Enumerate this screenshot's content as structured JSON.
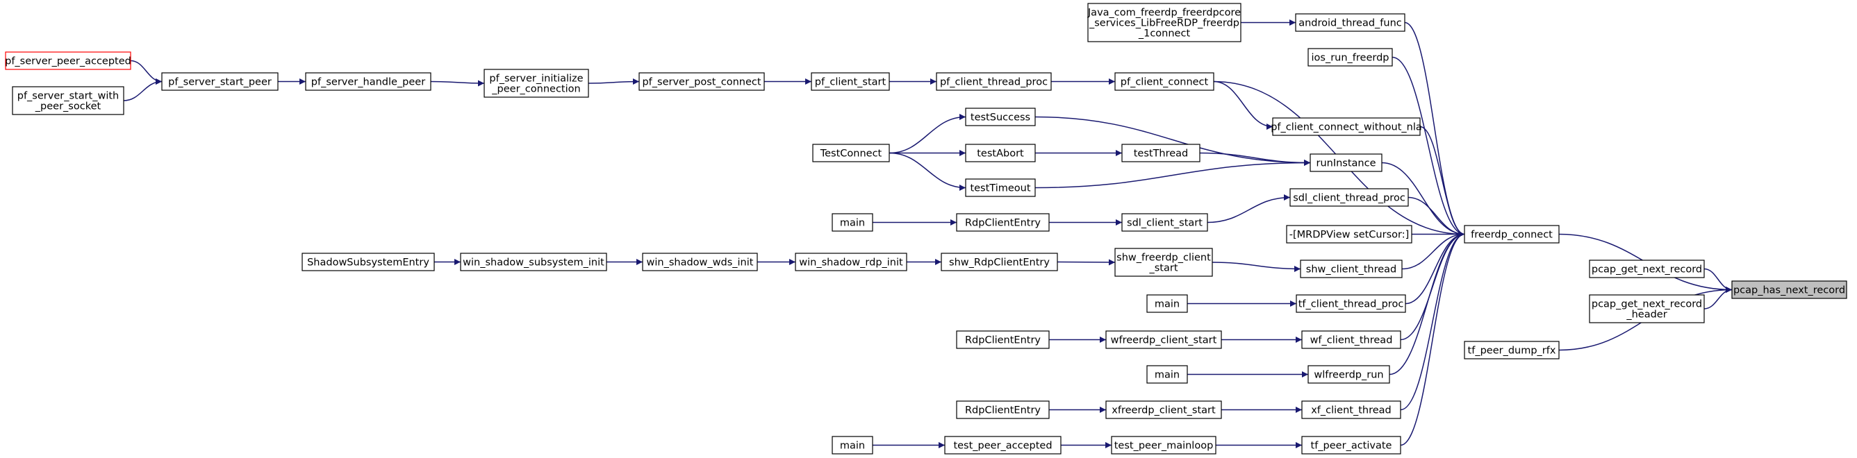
{
  "nodes": [
    {
      "id": "pcap_has_next_record",
      "lines": [
        "pcap_has_next_record"
      ],
      "highlight": true
    },
    {
      "id": "freerdp_connect",
      "lines": [
        "freerdp_connect"
      ]
    },
    {
      "id": "pcap_get_next_record",
      "lines": [
        "pcap_get_next_record"
      ]
    },
    {
      "id": "pcap_get_next_record_header",
      "lines": [
        "pcap_get_next_record",
        "_header"
      ]
    },
    {
      "id": "tf_peer_dump_rfx",
      "lines": [
        "tf_peer_dump_rfx"
      ]
    },
    {
      "id": "android_thread_func",
      "lines": [
        "android_thread_func"
      ]
    },
    {
      "id": "java_connect",
      "lines": [
        "Java_com_freerdp_freerdpcore",
        "_services_LibFreeRDP_freerdp",
        "_1connect"
      ]
    },
    {
      "id": "ios_run_freerdp",
      "lines": [
        "ios_run_freerdp"
      ]
    },
    {
      "id": "pf_client_connect",
      "lines": [
        "pf_client_connect"
      ]
    },
    {
      "id": "pf_client_thread_proc",
      "lines": [
        "pf_client_thread_proc"
      ]
    },
    {
      "id": "pf_client_start",
      "lines": [
        "pf_client_start"
      ]
    },
    {
      "id": "pf_server_post_connect",
      "lines": [
        "pf_server_post_connect"
      ]
    },
    {
      "id": "pf_server_initialize_peer_connection",
      "lines": [
        "pf_server_initialize",
        "_peer_connection"
      ]
    },
    {
      "id": "pf_server_handle_peer",
      "lines": [
        "pf_server_handle_peer"
      ]
    },
    {
      "id": "pf_server_start_peer",
      "lines": [
        "pf_server_start_peer"
      ]
    },
    {
      "id": "pf_server_peer_accepted",
      "lines": [
        "pf_server_peer_accepted"
      ],
      "red": true
    },
    {
      "id": "pf_server_start_with_peer_socket",
      "lines": [
        "pf_server_start_with",
        "_peer_socket"
      ]
    },
    {
      "id": "pf_client_connect_without_nla",
      "lines": [
        "pf_client_connect_without_nla"
      ]
    },
    {
      "id": "runInstance",
      "lines": [
        "runInstance"
      ]
    },
    {
      "id": "testSuccess",
      "lines": [
        "testSuccess"
      ]
    },
    {
      "id": "testThread",
      "lines": [
        "testThread"
      ]
    },
    {
      "id": "testAbort",
      "lines": [
        "testAbort"
      ]
    },
    {
      "id": "testTimeout",
      "lines": [
        "testTimeout"
      ]
    },
    {
      "id": "TestConnect",
      "lines": [
        "TestConnect"
      ]
    },
    {
      "id": "sdl_client_thread_proc",
      "lines": [
        "sdl_client_thread_proc"
      ]
    },
    {
      "id": "sdl_client_start",
      "lines": [
        "sdl_client_start"
      ]
    },
    {
      "id": "RdpClientEntry_1",
      "lines": [
        "RdpClientEntry"
      ]
    },
    {
      "id": "main_1",
      "lines": [
        "main"
      ]
    },
    {
      "id": "mrdpview_setcursor",
      "lines": [
        "-[MRDPView setCursor:]"
      ]
    },
    {
      "id": "shw_client_thread",
      "lines": [
        "shw_client_thread"
      ]
    },
    {
      "id": "shw_freerdp_client_start",
      "lines": [
        "shw_freerdp_client",
        "_start"
      ]
    },
    {
      "id": "shw_RdpClientEntry",
      "lines": [
        "shw_RdpClientEntry"
      ]
    },
    {
      "id": "win_shadow_rdp_init",
      "lines": [
        "win_shadow_rdp_init"
      ]
    },
    {
      "id": "win_shadow_wds_init",
      "lines": [
        "win_shadow_wds_init"
      ]
    },
    {
      "id": "win_shadow_subsystem_init",
      "lines": [
        "win_shadow_subsystem_init"
      ]
    },
    {
      "id": "ShadowSubsystemEntry",
      "lines": [
        "ShadowSubsystemEntry"
      ]
    },
    {
      "id": "tf_client_thread_proc",
      "lines": [
        "tf_client_thread_proc"
      ]
    },
    {
      "id": "main_2",
      "lines": [
        "main"
      ]
    },
    {
      "id": "wf_client_thread",
      "lines": [
        "wf_client_thread"
      ]
    },
    {
      "id": "wfreerdp_client_start",
      "lines": [
        "wfreerdp_client_start"
      ]
    },
    {
      "id": "RdpClientEntry_2",
      "lines": [
        "RdpClientEntry"
      ]
    },
    {
      "id": "wlfreerdp_run",
      "lines": [
        "wlfreerdp_run"
      ]
    },
    {
      "id": "main_3",
      "lines": [
        "main"
      ]
    },
    {
      "id": "xf_client_thread",
      "lines": [
        "xf_client_thread"
      ]
    },
    {
      "id": "xfreerdp_client_start",
      "lines": [
        "xfreerdp_client_start"
      ]
    },
    {
      "id": "RdpClientEntry_3",
      "lines": [
        "RdpClientEntry"
      ]
    },
    {
      "id": "tf_peer_activate",
      "lines": [
        "tf_peer_activate"
      ]
    },
    {
      "id": "test_peer_mainloop",
      "lines": [
        "test_peer_mainloop"
      ]
    },
    {
      "id": "test_peer_accepted",
      "lines": [
        "test_peer_accepted"
      ]
    },
    {
      "id": "main_4",
      "lines": [
        "main"
      ]
    }
  ],
  "edges": [
    [
      "freerdp_connect",
      "pcap_has_next_record"
    ],
    [
      "pcap_get_next_record",
      "pcap_has_next_record"
    ],
    [
      "pcap_get_next_record_header",
      "pcap_has_next_record"
    ],
    [
      "tf_peer_dump_rfx",
      "pcap_has_next_record"
    ],
    [
      "android_thread_func",
      "freerdp_connect"
    ],
    [
      "java_connect",
      "android_thread_func"
    ],
    [
      "ios_run_freerdp",
      "freerdp_connect"
    ],
    [
      "pf_client_connect",
      "freerdp_connect"
    ],
    [
      "pf_client_thread_proc",
      "pf_client_connect"
    ],
    [
      "pf_client_start",
      "pf_client_thread_proc"
    ],
    [
      "pf_server_post_connect",
      "pf_client_start"
    ],
    [
      "pf_server_initialize_peer_connection",
      "pf_server_post_connect"
    ],
    [
      "pf_server_handle_peer",
      "pf_server_initialize_peer_connection"
    ],
    [
      "pf_server_start_peer",
      "pf_server_handle_peer"
    ],
    [
      "pf_server_peer_accepted",
      "pf_server_start_peer"
    ],
    [
      "pf_server_start_with_peer_socket",
      "pf_server_start_peer"
    ],
    [
      "pf_client_connect_without_nla",
      "freerdp_connect"
    ],
    [
      "pf_client_connect",
      "pf_client_connect_without_nla"
    ],
    [
      "runInstance",
      "freerdp_connect"
    ],
    [
      "testSuccess",
      "runInstance"
    ],
    [
      "testThread",
      "runInstance"
    ],
    [
      "testTimeout",
      "runInstance"
    ],
    [
      "testAbort",
      "testThread"
    ],
    [
      "TestConnect",
      "testSuccess"
    ],
    [
      "TestConnect",
      "testAbort"
    ],
    [
      "TestConnect",
      "testTimeout"
    ],
    [
      "sdl_client_thread_proc",
      "freerdp_connect"
    ],
    [
      "sdl_client_start",
      "sdl_client_thread_proc"
    ],
    [
      "RdpClientEntry_1",
      "sdl_client_start"
    ],
    [
      "main_1",
      "RdpClientEntry_1"
    ],
    [
      "mrdpview_setcursor",
      "freerdp_connect"
    ],
    [
      "shw_client_thread",
      "freerdp_connect"
    ],
    [
      "shw_freerdp_client_start",
      "shw_client_thread"
    ],
    [
      "shw_RdpClientEntry",
      "shw_freerdp_client_start"
    ],
    [
      "win_shadow_rdp_init",
      "shw_RdpClientEntry"
    ],
    [
      "win_shadow_wds_init",
      "win_shadow_rdp_init"
    ],
    [
      "win_shadow_subsystem_init",
      "win_shadow_wds_init"
    ],
    [
      "ShadowSubsystemEntry",
      "win_shadow_subsystem_init"
    ],
    [
      "tf_client_thread_proc",
      "freerdp_connect"
    ],
    [
      "main_2",
      "tf_client_thread_proc"
    ],
    [
      "wf_client_thread",
      "freerdp_connect"
    ],
    [
      "wfreerdp_client_start",
      "wf_client_thread"
    ],
    [
      "RdpClientEntry_2",
      "wfreerdp_client_start"
    ],
    [
      "wlfreerdp_run",
      "freerdp_connect"
    ],
    [
      "main_3",
      "wlfreerdp_run"
    ],
    [
      "xf_client_thread",
      "freerdp_connect"
    ],
    [
      "xfreerdp_client_start",
      "xf_client_thread"
    ],
    [
      "RdpClientEntry_3",
      "xfreerdp_client_start"
    ],
    [
      "tf_peer_activate",
      "freerdp_connect"
    ],
    [
      "test_peer_mainloop",
      "tf_peer_activate"
    ],
    [
      "test_peer_accepted",
      "test_peer_mainloop"
    ],
    [
      "main_4",
      "test_peer_accepted"
    ]
  ]
}
